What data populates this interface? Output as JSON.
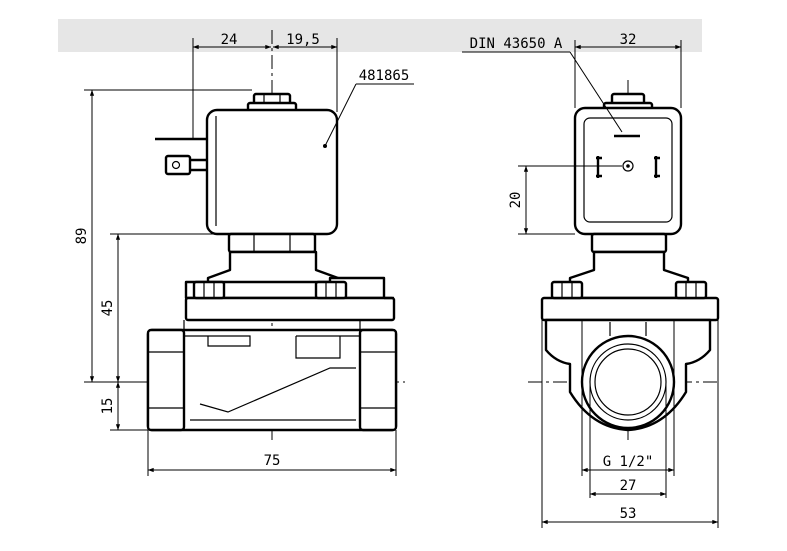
{
  "side_view": {
    "dim_left_top": "24",
    "dim_right_top": "19,5",
    "part_number": "481865",
    "dim_overall_height": "89",
    "dim_coil_height": "45",
    "dim_port_height": "15",
    "dim_length": "75"
  },
  "front_view": {
    "connector_standard": "DIN 43650 A",
    "dim_coil_width": "32",
    "dim_connector_height": "20",
    "thread": "G 1/2\"",
    "dim_thread_width": "27",
    "dim_body_width": "53"
  }
}
